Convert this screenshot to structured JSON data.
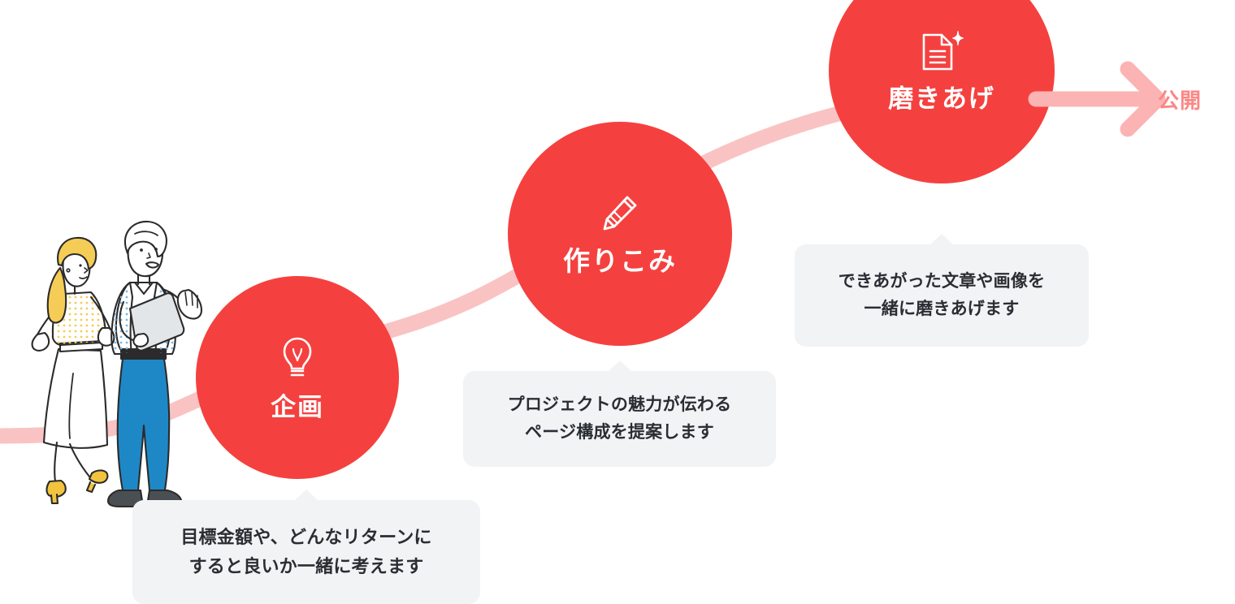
{
  "theme": {
    "background": "#ffffff",
    "accent_red": "#F4413F",
    "ribbon_pink": "#FAC3C3",
    "arrow_pink": "#FBB4B3",
    "publish_text_color": "#FB8785",
    "tooltip_background": "#F1F3F5",
    "tooltip_text_color": "#2A2E33"
  },
  "flow": {
    "steps": [
      {
        "id": "kikaku",
        "label": "企画",
        "icon": "lightbulb-icon",
        "tooltip_lines": [
          "目標金額や、どんなリターンに",
          "すると良いか一緒に考えます"
        ]
      },
      {
        "id": "tsukurikomi",
        "label": "作りこみ",
        "icon": "pencil-icon",
        "tooltip_lines": [
          "プロジェクトの魅力が伝わる",
          "ページ構成を提案します"
        ]
      },
      {
        "id": "migakiage",
        "label": "磨きあげ",
        "icon": "document-sparkle-icon",
        "tooltip_lines": [
          "できあがった文章や画像を",
          "一緒に磨きあげます"
        ]
      }
    ],
    "outcome": {
      "label": "公開",
      "arrow": "arrow-right-icon"
    }
  },
  "illustration": {
    "name": "two-people-talking-illustration",
    "description": "女性と男性がタブレットを持って話しているイラスト"
  }
}
